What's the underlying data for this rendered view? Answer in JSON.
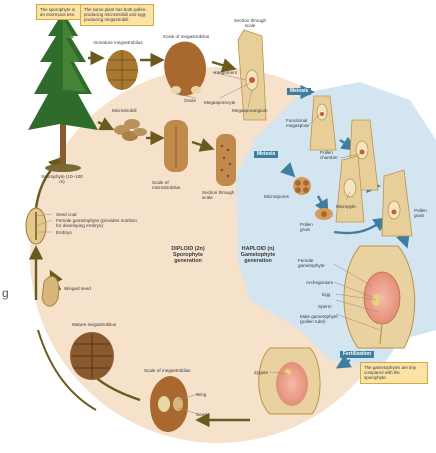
{
  "notes": {
    "sporophyte": "The sporophyte is an enormous tree.",
    "plant_cones": "The same plant has both pollen-producing microstrobili and egg-producing megastrobili.",
    "gametophytes": "The gametophytes are tiny compared with the sporophyte."
  },
  "tags": {
    "meiosis_top": "Meiosis",
    "meiosis_mid": "Meiosis",
    "fertilization": "Fertilization"
  },
  "phases": {
    "diploid": "DIPLOID (2n) Sporophyte generation",
    "haploid": "HAPLOID (n) Gametophyte generation"
  },
  "labels": {
    "immature_megastrobilus": "Immature megastrobilus",
    "scale_of_megastrobilus_top": "Scale of megastrobilus",
    "section_through_scale_top": "Section through scale",
    "ovule": "Ovule",
    "integument": "Integument",
    "megasporocyte": "Megasporocyte",
    "megasporangium": "Megasporangium",
    "functional_megaspore": "Functional megaspore",
    "microstrobili": "Microstrobili",
    "sporophyte": "Sporophyte (10–100 m)",
    "scale_of_microstrobilus": "Scale of microstrobilus",
    "section_through_scale_mid": "Section through scale",
    "pollen_chamber": "Pollen chamber",
    "micropyle": "Micropyle",
    "microspores": "Microspores",
    "pollen_grain_a": "Pollen grain",
    "pollen_grain_b": "Pollen grain",
    "seed_coat": "Seed coat",
    "female_gametophyte_nutrition": "Female gametophyte (provides nutrition for developing embryo)",
    "embryo": "Embryo",
    "winged_seed": "Winged seed",
    "female_gametophyte": "Female gametophyte",
    "archegonium": "Archegonium",
    "egg": "Egg",
    "sperm": "Sperm",
    "male_gametophyte": "Male gametophyte (pollen tube)",
    "mature_megastrobilus": "Mature megastrobilus",
    "scale_of_megastrobilus_bottom": "Scale of megastrobilus",
    "wing": "Wing",
    "seed": "Seed",
    "zygote": "Zygote",
    "side_letter": "g"
  },
  "colors": {
    "diploid_fill": "#f6e1cb",
    "haploid_fill": "#d3e5f1",
    "arrow_brown": "#6b5a1e",
    "arrow_blue": "#3f7ea1",
    "note_fill": "#fbe3a8"
  }
}
